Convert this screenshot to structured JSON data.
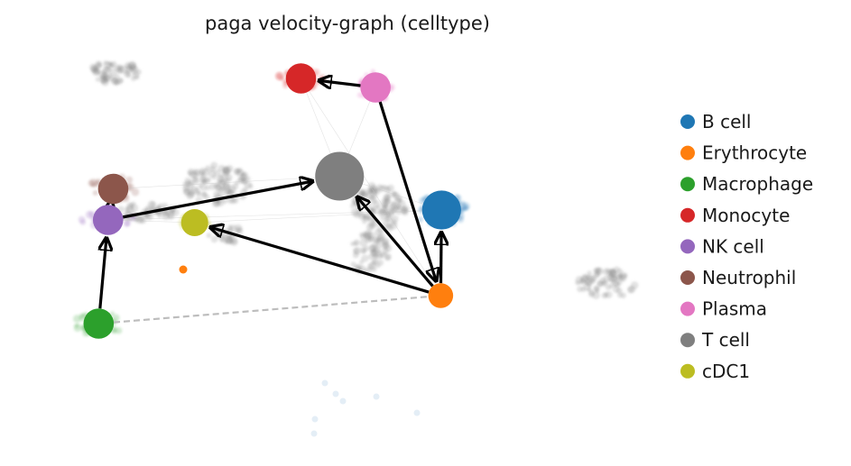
{
  "chart_data": {
    "type": "scatter",
    "title": "paga velocity-graph (celltype)",
    "legend_position": "right",
    "categories": [
      {
        "name": "B cell",
        "color": "#1f77b4"
      },
      {
        "name": "Erythrocyte",
        "color": "#ff7f0e"
      },
      {
        "name": "Macrophage",
        "color": "#2ca02c"
      },
      {
        "name": "Monocyte",
        "color": "#d62728"
      },
      {
        "name": "NK cell",
        "color": "#9467bd"
      },
      {
        "name": "Neutrophil",
        "color": "#8c564b"
      },
      {
        "name": "Plasma",
        "color": "#e377c2"
      },
      {
        "name": "T cell",
        "color": "#7f7f7f"
      },
      {
        "name": "cDC1",
        "color": "#bcbd22"
      }
    ],
    "background_color": "#808080",
    "nodes": [
      {
        "name": "B cell",
        "x": 49.4,
        "y": 53.4,
        "size": 3.6
      },
      {
        "name": "Erythrocyte",
        "x": 49.3,
        "y": 34.4,
        "size": 2.3
      },
      {
        "name": "Macrophage",
        "x": 9.4,
        "y": 28.2,
        "size": 2.8
      },
      {
        "name": "Monocyte",
        "x": 33.0,
        "y": 82.6,
        "size": 2.8
      },
      {
        "name": "NK cell",
        "x": 10.5,
        "y": 51.2,
        "size": 2.8
      },
      {
        "name": "Neutrophil",
        "x": 11.1,
        "y": 58.1,
        "size": 2.8
      },
      {
        "name": "Plasma",
        "x": 41.7,
        "y": 80.6,
        "size": 2.8
      },
      {
        "name": "T cell",
        "x": 37.5,
        "y": 60.9,
        "size": 4.5
      },
      {
        "name": "cDC1",
        "x": 20.6,
        "y": 50.6,
        "size": 2.5
      }
    ],
    "edges": [
      {
        "from": "Plasma",
        "to": "Monocyte",
        "style": "arrow"
      },
      {
        "from": "Plasma",
        "to": "Erythrocyte",
        "style": "arrow"
      },
      {
        "from": "Erythrocyte",
        "to": "B cell",
        "style": "arrow"
      },
      {
        "from": "Erythrocyte",
        "to": "T cell",
        "style": "arrow"
      },
      {
        "from": "Erythrocyte",
        "to": "cDC1",
        "style": "arrow"
      },
      {
        "from": "NK cell",
        "to": "T cell",
        "style": "arrow"
      },
      {
        "from": "Macrophage",
        "to": "NK cell",
        "style": "arrow"
      },
      {
        "from": "Neutrophil",
        "to": "NK cell",
        "style": "arrow"
      },
      {
        "from": "Macrophage",
        "to": "Erythrocyte",
        "style": "dashed"
      }
    ]
  }
}
